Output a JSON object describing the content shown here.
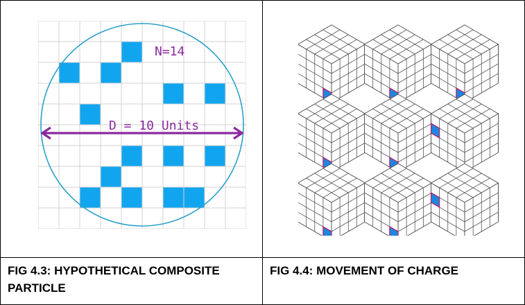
{
  "figures": [
    {
      "id": "fig-4-3",
      "caption": "FIG 4.3: HYPOTHETICAL COMPOSITE PARTICLE",
      "count_label": "N=14",
      "diameter_label": "D = 10 Units",
      "grid": {
        "cols": 10,
        "rows": 10
      },
      "filled_cells": [
        [
          4,
          1
        ],
        [
          1,
          2
        ],
        [
          3,
          2
        ],
        [
          6,
          3
        ],
        [
          8,
          3
        ],
        [
          2,
          4
        ],
        [
          4,
          6
        ],
        [
          6,
          6
        ],
        [
          8,
          6
        ],
        [
          3,
          7
        ],
        [
          2,
          8
        ],
        [
          4,
          8
        ],
        [
          6,
          8
        ],
        [
          7,
          8
        ]
      ],
      "colors": {
        "cell_fill": "#12a5ef",
        "circle": "#2aa0c8",
        "label": "#8b2a9e",
        "arrow": "#8b2a9e",
        "grid": "#d2d2d2"
      }
    },
    {
      "id": "fig-4-4",
      "caption": "FIG 4.4: MOVEMENT OF CHARGE",
      "cube_grid": {
        "cols": 3,
        "rows": 3,
        "n": 4
      },
      "highlight_faces": [
        "front",
        "front",
        "front",
        "front",
        "front",
        "left-front",
        "front",
        "front",
        "left-front"
      ],
      "colors": {
        "highlight": "#1f86e0",
        "highlight_edge": "#c2185b",
        "lines": "#555555"
      }
    }
  ]
}
